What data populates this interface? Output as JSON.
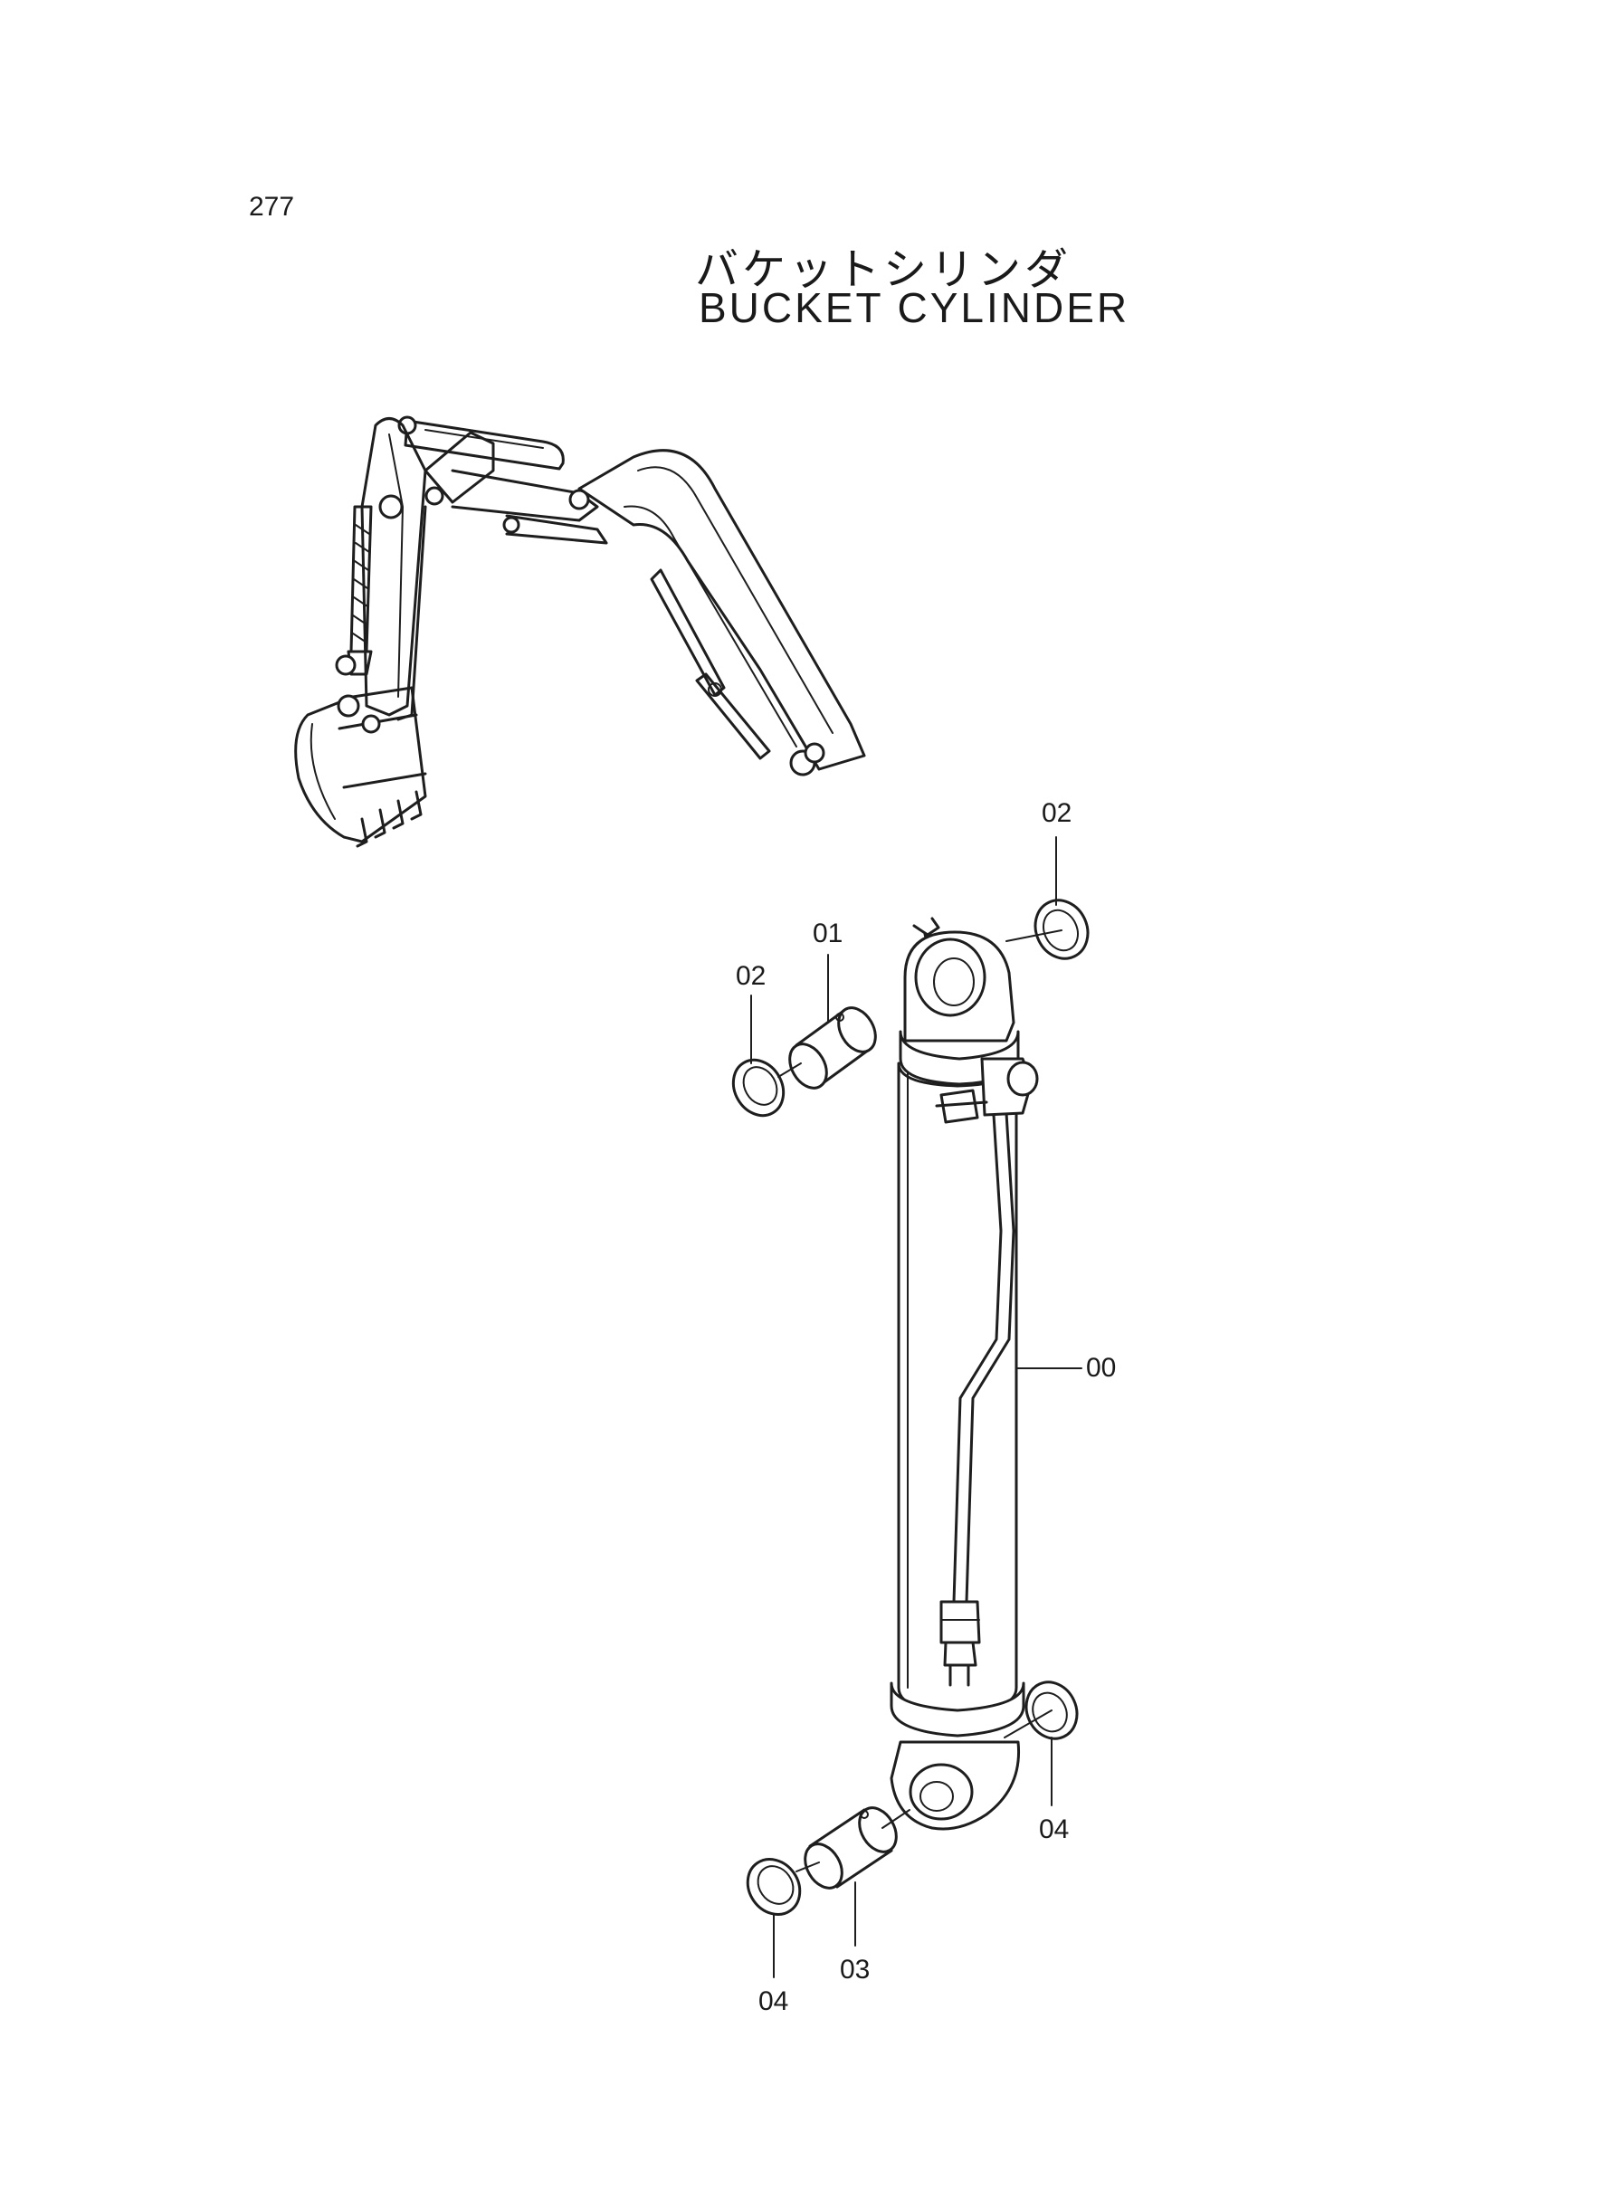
{
  "page": {
    "number": "277",
    "title_jp": "バケットシリンダ",
    "title_en": "BUCKET CYLINDER"
  },
  "callouts": [
    {
      "id": "c02a",
      "label": "02"
    },
    {
      "id": "c01",
      "label": "01"
    },
    {
      "id": "c02b",
      "label": "02"
    },
    {
      "id": "c00",
      "label": "00"
    },
    {
      "id": "c04a",
      "label": "04"
    },
    {
      "id": "c03",
      "label": "03"
    },
    {
      "id": "c04b",
      "label": "04"
    }
  ]
}
